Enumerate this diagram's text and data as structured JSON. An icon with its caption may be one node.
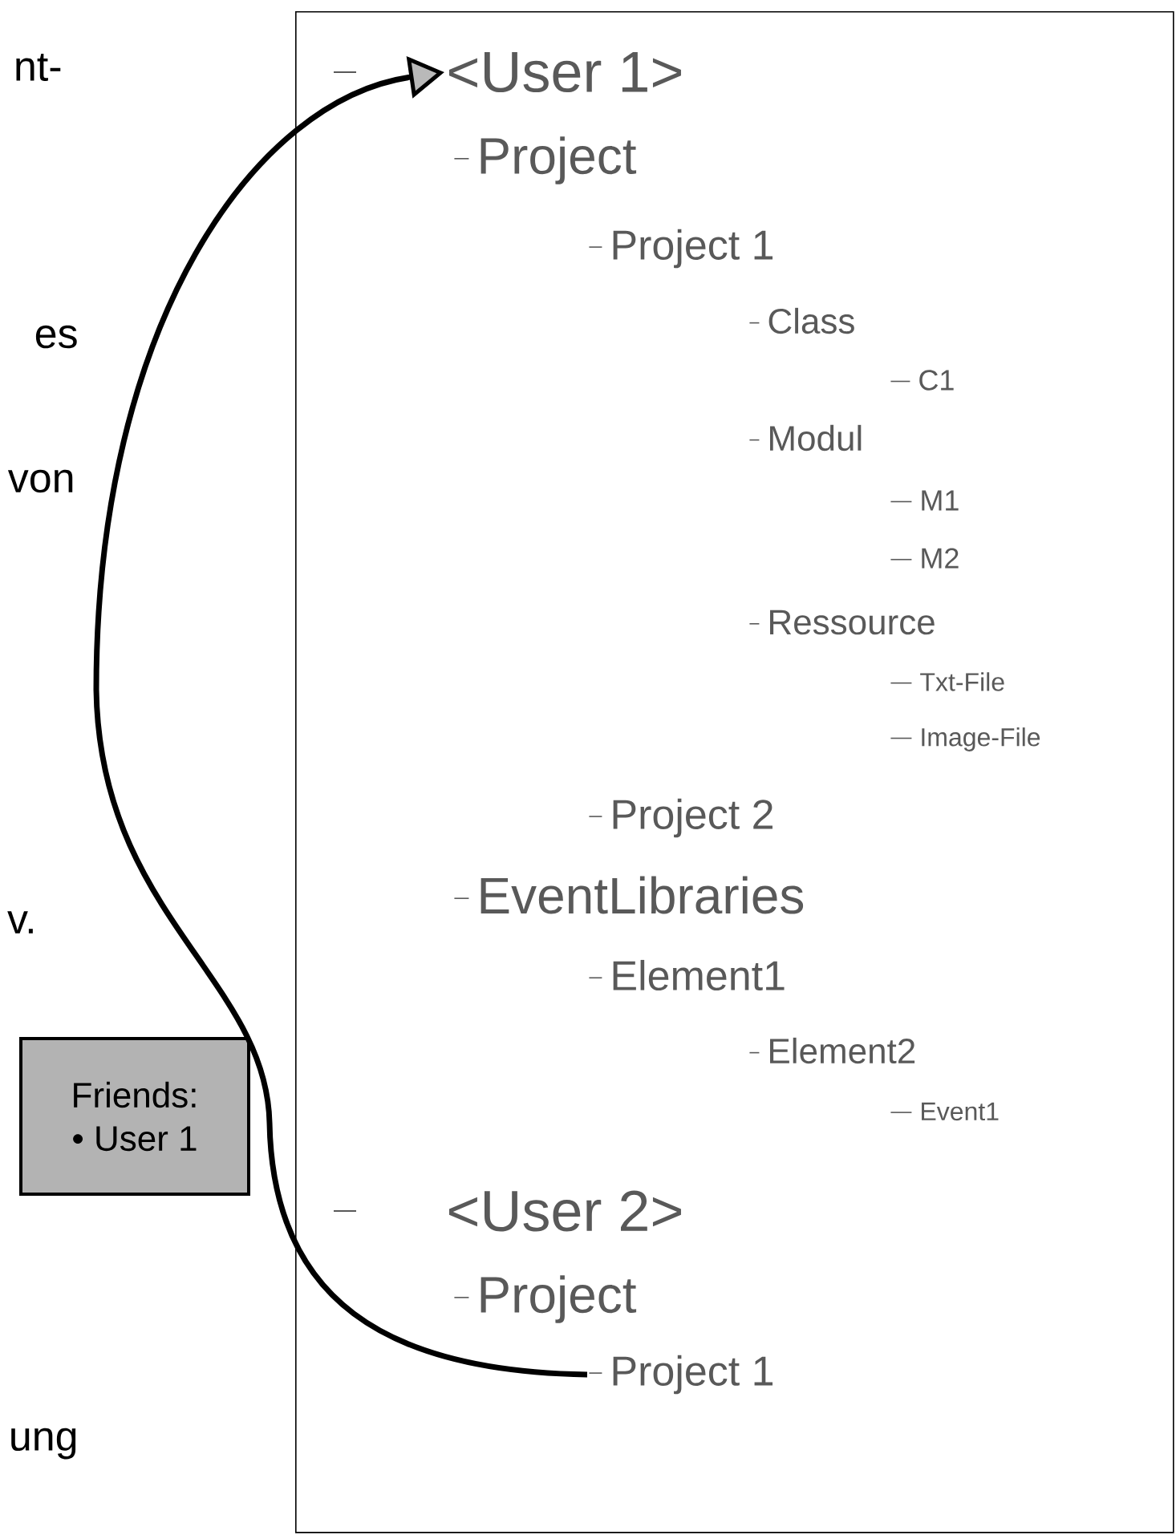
{
  "diagram": {
    "nodes": [
      {
        "text": [],
        "shape": "box"
      },
      {
        "text": [
          "<User 1>"
        ],
        "in": 0
      },
      {
        "text": [
          "Project"
        ],
        "in": 0
      },
      {
        "text": [
          "Project 1"
        ],
        "in": 0
      },
      {
        "text": [
          "Class"
        ],
        "in": 0
      },
      {
        "text": [
          "C1"
        ],
        "in": 0
      },
      {
        "text": [
          "Modul"
        ],
        "in": 0
      },
      {
        "text": [
          "M1"
        ],
        "in": 0
      },
      {
        "text": [
          "M2"
        ],
        "in": 0
      },
      {
        "text": [
          "Ressource"
        ],
        "in": 0
      },
      {
        "text": [
          "Txt-File"
        ],
        "in": 0
      },
      {
        "text": [
          "Image-File"
        ],
        "in": 0
      },
      {
        "text": [
          "Project 2"
        ],
        "in": 0
      },
      {
        "text": [
          "EventLibraries"
        ],
        "in": 0
      },
      {
        "text": [
          "Element1"
        ],
        "in": 0
      },
      {
        "text": [
          "Element2"
        ],
        "in": 0
      },
      {
        "text": [
          "Event1"
        ],
        "in": 0
      },
      {
        "text": [
          "<User 2>"
        ],
        "in": 0
      },
      {
        "text": [
          "Project"
        ],
        "in": 0
      },
      {
        "text": [
          "Project 1"
        ],
        "in": 0
      },
      {
        "text": [
          "Friends:",
          "• User 1"
        ]
      }
    ],
    "edges": [
      {
        "from": 19,
        "to": 1,
        "arrow": "to"
      }
    ],
    "labels": [
      "nt-",
      "es",
      "von",
      "v.",
      "ung"
    ]
  }
}
